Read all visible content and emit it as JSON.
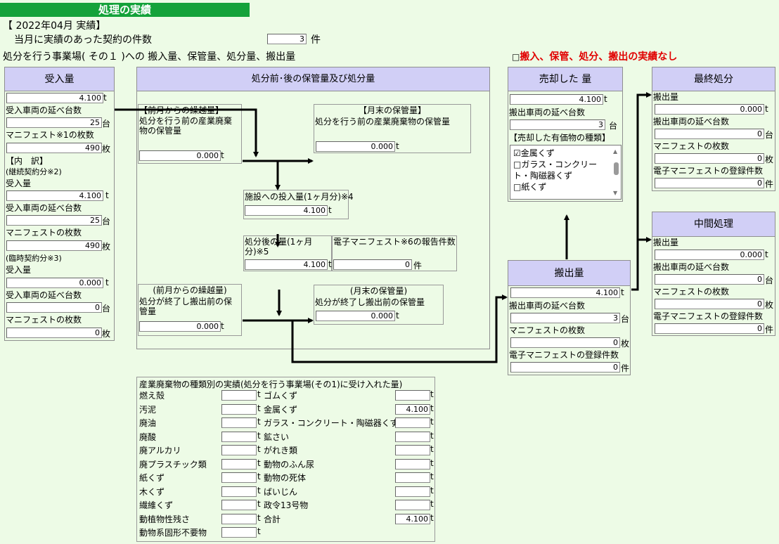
{
  "header": {
    "title": "処理の実績",
    "period": "【 2022年04月 実績】",
    "contract_label": "当月に実績のあった契約の件数",
    "contract_count": "3",
    "contract_unit": "件",
    "site_label": "処分を行う事業場( その１ )への 搬入量、保管量、処分量、搬出量",
    "no_data_label": "搬入、保管、処分、搬出の実績なし",
    "no_data_checkbox": "□"
  },
  "left": {
    "head": "受入量",
    "total": "4.100",
    "unit_t": "t",
    "vehicles_label": "受入車両の延べ台数",
    "vehicles": "25",
    "unit_dai": "台",
    "manifest_label": "マニフェスト※1の枚数",
    "manifest": "490",
    "unit_mai": "枚",
    "breakdown_label": "【内　訳】",
    "cont_label": "(継続契約分※2)",
    "recv_label": "受入量",
    "cont_recv": "4.100",
    "cont_vehicles": "25",
    "manifest2_label": "マニフェストの枚数",
    "cont_manifest": "490",
    "temp_label": "(臨時契約分※3)",
    "temp_recv": "0.000",
    "temp_vehicles": "0",
    "temp_manifest": "0"
  },
  "middle": {
    "head": "処分前･後の保管量及び処分量",
    "carry_before_label": "【前月からの繰越量】",
    "carry_before_desc": "処分を行う前の産業廃棄物の保管量",
    "carry_before": "0.000",
    "end_before_label": "【月末の保管量】",
    "end_before_desc": "処分を行う前の産業廃棄物の保管量",
    "end_before": "0.000",
    "input_label": "施設への投入量(1ヶ月分)※4",
    "input": "4.100",
    "after_label": "処分後の量(1ヶ月分)※5",
    "after": "4.100",
    "emani_label": "電子マニフェスト※6の報告件数",
    "emani": "0",
    "unit_ken": "件",
    "carry_after_label": "(前月からの繰越量)",
    "carry_after_desc": "処分が終了し搬出前の保管量",
    "carry_after": "0.000",
    "end_after_label": "(月末の保管量)",
    "end_after_desc": "処分が終了し搬出前の保管量",
    "end_after": "0.000"
  },
  "sold": {
    "head": "売却した 量",
    "amount": "4.100",
    "vehicles_label": "搬出車両の延べ台数",
    "vehicles": "3",
    "types_label": "【売却した有価物の種類】",
    "items": [
      {
        "mark": "☑",
        "label": "金属くず"
      },
      {
        "mark": "□",
        "label": "ガラス・コンクリート・陶磁器くず"
      },
      {
        "mark": "□",
        "label": "紙くず"
      }
    ]
  },
  "out": {
    "head": "搬出量",
    "amount": "4.100",
    "vehicles_label": "搬出車両の延べ台数",
    "vehicles": "3",
    "manifest_label": "マニフェストの枚数",
    "manifest": "0",
    "emani_label": "電子マニフェストの登録件数",
    "emani": "0"
  },
  "final": {
    "head": "最終処分",
    "amount_label": "搬出量",
    "amount": "0.000",
    "vehicles_label": "搬出車両の延べ台数",
    "vehicles": "0",
    "manifest_label": "マニフェストの枚数",
    "manifest": "0",
    "emani_label": "電子マニフェストの登録件数",
    "emani": "0"
  },
  "inter": {
    "head": "中間処理",
    "amount_label": "搬出量",
    "amount": "0.000",
    "vehicles_label": "搬出車両の延べ台数",
    "vehicles": "0",
    "manifest_label": "マニフェストの枚数",
    "manifest": "0",
    "emani_label": "電子マニフェストの登録件数",
    "emani": "0"
  },
  "waste": {
    "title": "産業廃棄物の種類別の実績(処分を行う事業場(その1)に受け入れた量)",
    "left": [
      {
        "name": "燃え殻",
        "value": ""
      },
      {
        "name": "汚泥",
        "value": ""
      },
      {
        "name": "廃油",
        "value": ""
      },
      {
        "name": "廃酸",
        "value": ""
      },
      {
        "name": "廃アルカリ",
        "value": ""
      },
      {
        "name": "廃プラスチック類",
        "value": ""
      },
      {
        "name": "紙くず",
        "value": ""
      },
      {
        "name": "木くず",
        "value": ""
      },
      {
        "name": "繊維くず",
        "value": ""
      },
      {
        "name": "動植物性残さ",
        "value": ""
      },
      {
        "name": "動物系固形不要物",
        "value": ""
      }
    ],
    "right": [
      {
        "name": "ゴムくず",
        "value": ""
      },
      {
        "name": "金属くず",
        "value": "4.100"
      },
      {
        "name": "ガラス・コンクリート・陶磁器くず",
        "value": ""
      },
      {
        "name": "鉱さい",
        "value": ""
      },
      {
        "name": "がれき類",
        "value": ""
      },
      {
        "name": "動物のふん尿",
        "value": ""
      },
      {
        "name": "動物の死体",
        "value": ""
      },
      {
        "name": "ばいじん",
        "value": ""
      },
      {
        "name": "政令13号物",
        "value": ""
      },
      {
        "name": "合計",
        "value": "4.100"
      }
    ]
  }
}
